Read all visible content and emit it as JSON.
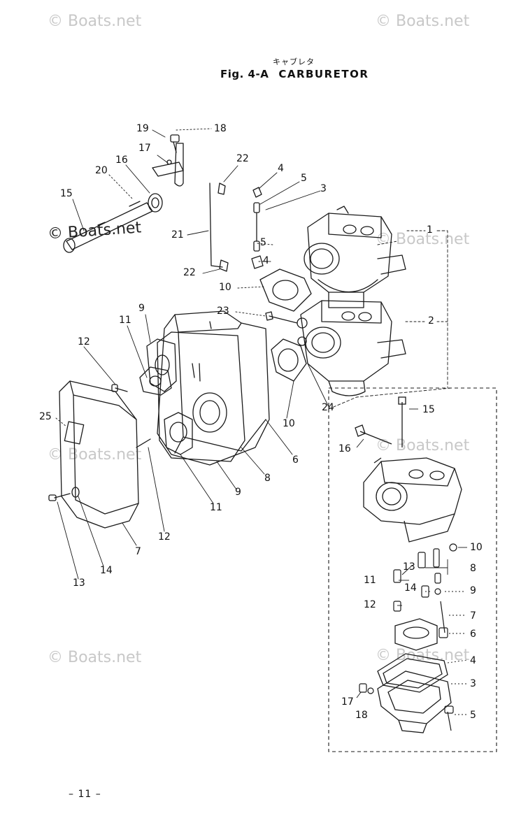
{
  "header": {
    "japanese_title": "キャブレタ",
    "fig_label": "Fig. 4-A",
    "title": "CARBURETOR"
  },
  "watermark": {
    "text": "© Boats.net"
  },
  "callouts": {
    "main": [
      "19",
      "18",
      "17",
      "16",
      "20",
      "15",
      "22",
      "4",
      "5",
      "3",
      "21",
      "1",
      "5",
      "4",
      "22",
      "10",
      "9",
      "11",
      "23",
      "2",
      "12",
      "25",
      "24",
      "10",
      "6",
      "8",
      "9",
      "11",
      "12",
      "7",
      "14",
      "13"
    ],
    "inset": [
      "15",
      "16",
      "10",
      "13",
      "8",
      "11",
      "14",
      "9",
      "12",
      "7",
      "6",
      "4",
      "3",
      "17",
      "18",
      "5"
    ]
  },
  "footer": {
    "page_number": "– 11 –"
  }
}
